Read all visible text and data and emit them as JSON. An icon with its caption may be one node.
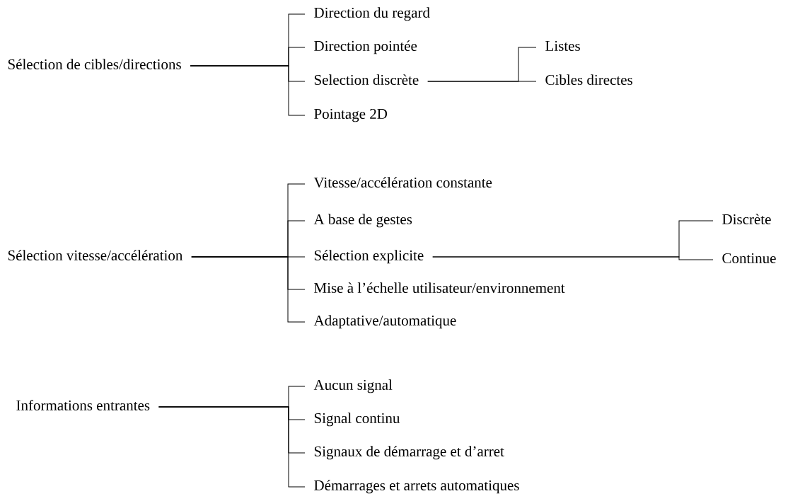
{
  "diagram": {
    "nodes": [
      {
        "text": [
          "Sélection de cibles/directions"
        ]
      },
      {
        "text": [
          "Direction du regard"
        ]
      },
      {
        "text": [
          "Direction pointée"
        ]
      },
      {
        "text": [
          "Selection discrète"
        ]
      },
      {
        "text": [
          "Pointage 2D"
        ]
      },
      {
        "text": [
          "Listes"
        ]
      },
      {
        "text": [
          "Cibles directes"
        ]
      },
      {
        "text": [
          "Sélection vitesse/accélération"
        ]
      },
      {
        "text": [
          "Vitesse/accélération constante"
        ]
      },
      {
        "text": [
          "A base de gestes"
        ]
      },
      {
        "text": [
          "Sélection explicite"
        ]
      },
      {
        "text": [
          "Mise à l’échelle utilisateur/environnement"
        ]
      },
      {
        "text": [
          "Adaptative/automatique"
        ]
      },
      {
        "text": [
          "Discrète"
        ]
      },
      {
        "text": [
          "Continue"
        ]
      },
      {
        "text": [
          "Informations entrantes"
        ]
      },
      {
        "text": [
          "Aucun signal"
        ]
      },
      {
        "text": [
          "Signal continu"
        ]
      },
      {
        "text": [
          "Signaux de démarrage et d’arret"
        ]
      },
      {
        "text": [
          "Démarrages et arrets automatiques"
        ]
      }
    ],
    "edges": [
      {
        "from": 0,
        "to": 1,
        "arrow": "none"
      },
      {
        "from": 0,
        "to": 2,
        "arrow": "none"
      },
      {
        "from": 0,
        "to": 3,
        "arrow": "none"
      },
      {
        "from": 0,
        "to": 4,
        "arrow": "none"
      },
      {
        "from": 3,
        "to": 5,
        "arrow": "none"
      },
      {
        "from": 3,
        "to": 6,
        "arrow": "none"
      },
      {
        "from": 7,
        "to": 8,
        "arrow": "none"
      },
      {
        "from": 7,
        "to": 9,
        "arrow": "none"
      },
      {
        "from": 7,
        "to": 10,
        "arrow": "none"
      },
      {
        "from": 7,
        "to": 11,
        "arrow": "none"
      },
      {
        "from": 7,
        "to": 12,
        "arrow": "none"
      },
      {
        "from": 10,
        "to": 13,
        "arrow": "none"
      },
      {
        "from": 10,
        "to": 14,
        "arrow": "none"
      },
      {
        "from": 15,
        "to": 16,
        "arrow": "none"
      },
      {
        "from": 15,
        "to": 17,
        "arrow": "none"
      },
      {
        "from": 15,
        "to": 18,
        "arrow": "none"
      },
      {
        "from": 15,
        "to": 19,
        "arrow": "none"
      }
    ]
  }
}
